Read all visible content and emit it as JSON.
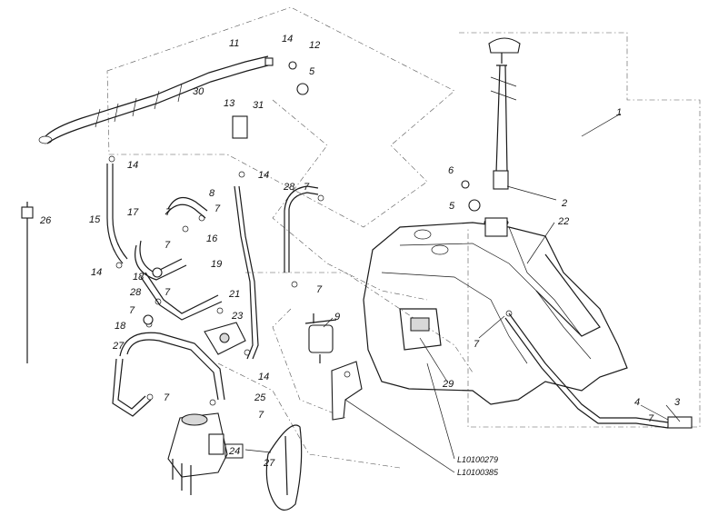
{
  "diagram": {
    "callouts": [
      {
        "id": "c1",
        "text": "1"
      },
      {
        "id": "c2",
        "text": "2"
      },
      {
        "id": "c3",
        "text": "3"
      },
      {
        "id": "c4",
        "text": "4"
      },
      {
        "id": "c5a",
        "text": "5"
      },
      {
        "id": "c5b",
        "text": "5"
      },
      {
        "id": "c6",
        "text": "6"
      },
      {
        "id": "c7a",
        "text": "7"
      },
      {
        "id": "c7b",
        "text": "7"
      },
      {
        "id": "c7c",
        "text": "7"
      },
      {
        "id": "c7d",
        "text": "7"
      },
      {
        "id": "c7e",
        "text": "7"
      },
      {
        "id": "c7f",
        "text": "7"
      },
      {
        "id": "c7g",
        "text": "7"
      },
      {
        "id": "c7h",
        "text": "7"
      },
      {
        "id": "c7i",
        "text": "7"
      },
      {
        "id": "c7j",
        "text": "7"
      },
      {
        "id": "c7k",
        "text": "7"
      },
      {
        "id": "c8",
        "text": "8"
      },
      {
        "id": "c9",
        "text": "9"
      },
      {
        "id": "c11",
        "text": "11"
      },
      {
        "id": "c12",
        "text": "12"
      },
      {
        "id": "c13",
        "text": "13"
      },
      {
        "id": "c14a",
        "text": "14"
      },
      {
        "id": "c14b",
        "text": "14"
      },
      {
        "id": "c14c",
        "text": "14"
      },
      {
        "id": "c14d",
        "text": "14"
      },
      {
        "id": "c14e",
        "text": "14"
      },
      {
        "id": "c15",
        "text": "15"
      },
      {
        "id": "c16",
        "text": "16"
      },
      {
        "id": "c17",
        "text": "17"
      },
      {
        "id": "c18a",
        "text": "18"
      },
      {
        "id": "c18b",
        "text": "18"
      },
      {
        "id": "c19",
        "text": "19"
      },
      {
        "id": "c21",
        "text": "21"
      },
      {
        "id": "c22",
        "text": "22"
      },
      {
        "id": "c23",
        "text": "23"
      },
      {
        "id": "c24",
        "text": "24"
      },
      {
        "id": "c25",
        "text": "25"
      },
      {
        "id": "c26",
        "text": "26"
      },
      {
        "id": "c27a",
        "text": "27"
      },
      {
        "id": "c27b",
        "text": "27"
      },
      {
        "id": "c28a",
        "text": "28"
      },
      {
        "id": "c28b",
        "text": "28"
      },
      {
        "id": "c29",
        "text": "29"
      },
      {
        "id": "c30",
        "text": "30"
      },
      {
        "id": "c31",
        "text": "31"
      }
    ],
    "references": [
      {
        "id": "r1",
        "text": "L10100279"
      },
      {
        "id": "r2",
        "text": "L10100385"
      }
    ]
  }
}
